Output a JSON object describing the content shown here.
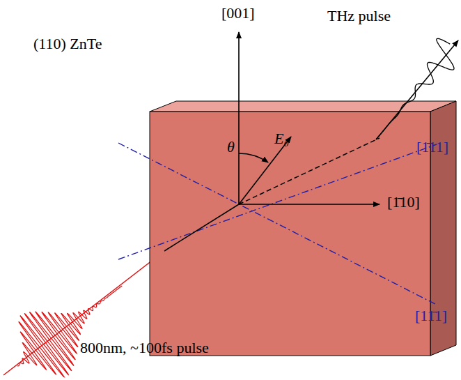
{
  "diagram": {
    "labels": [
      "(110) ZnTe",
      "[001]",
      "θ",
      "E₀",
      "THz pulse",
      "[1̄11]",
      "[1̄10]",
      "[11̄1]",
      "800nm, ~100fs pulse"
    ]
  }
}
